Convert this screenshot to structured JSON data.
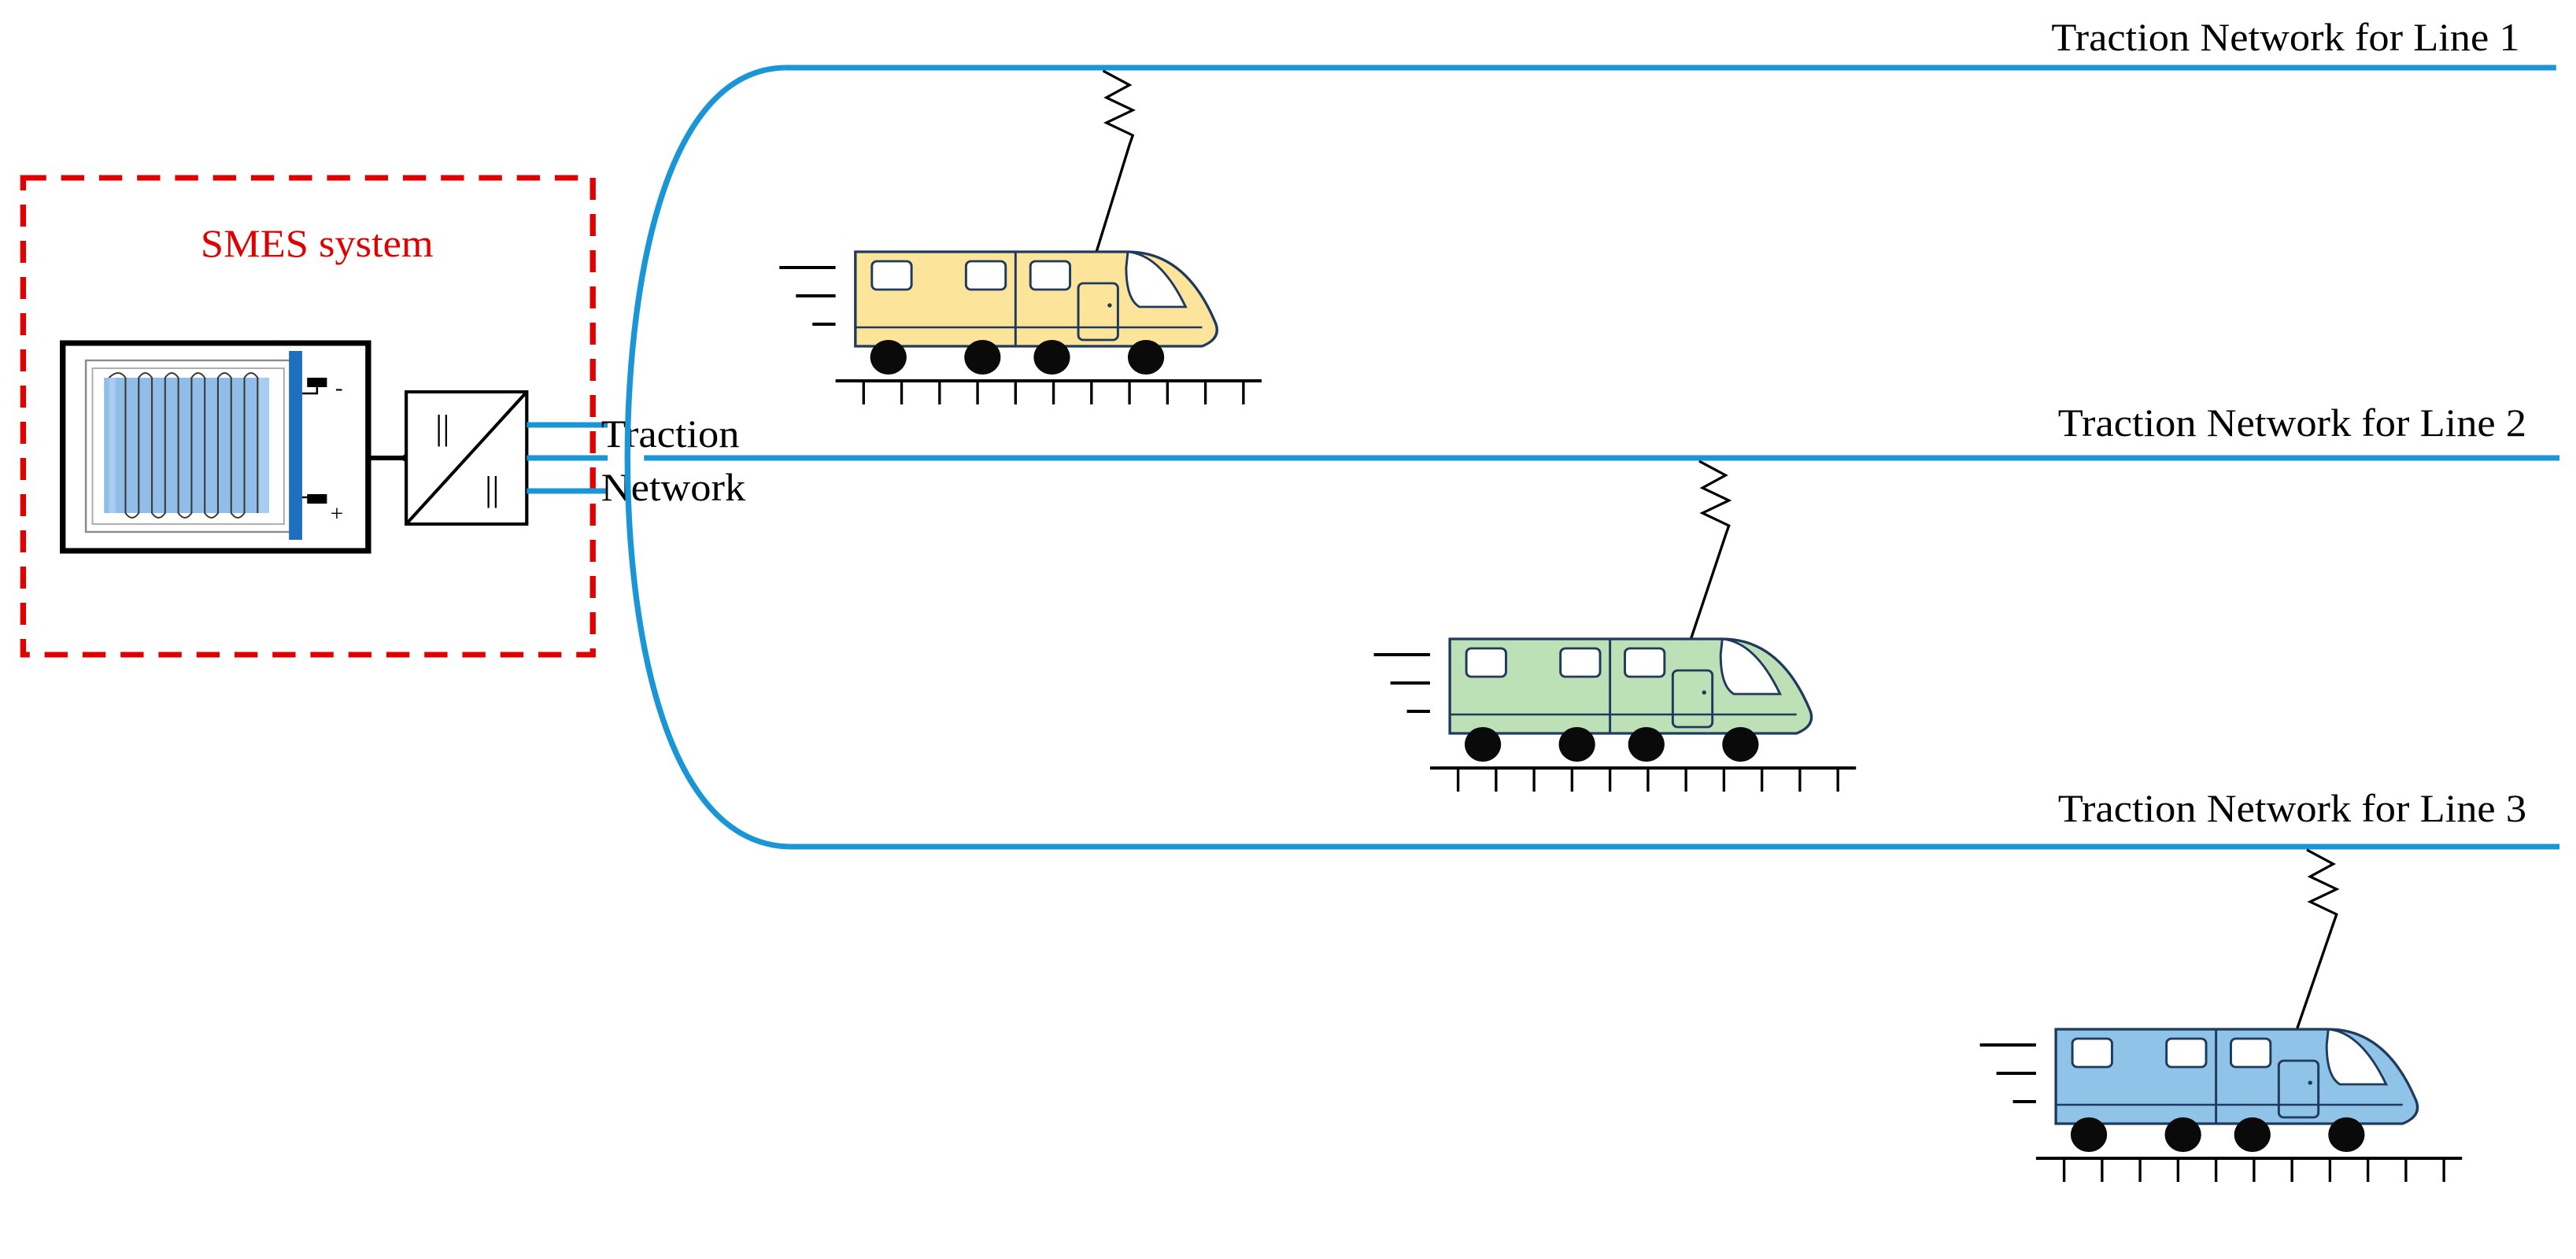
{
  "smes": {
    "title": "SMES system",
    "terminal_minus": "-",
    "terminal_plus": "+",
    "converter_top_symbol": "||",
    "converter_bottom_symbol": "||"
  },
  "bus": {
    "label_line1": "Traction",
    "label_line2": "Network"
  },
  "lines": [
    {
      "label": "Traction Network for Line 1"
    },
    {
      "label": "Traction Network for Line 2"
    },
    {
      "label": "Traction Network for Line 3"
    }
  ],
  "trains": [
    {
      "line": 1,
      "color": "#FCE59A"
    },
    {
      "line": 2,
      "color": "#BDE0B7"
    },
    {
      "line": 3,
      "color": "#8FC3E8"
    }
  ],
  "colors": {
    "network": "#1A96D6",
    "smes_border": "#E00000",
    "outline": "#000000",
    "train_outline": "#1F3A5C",
    "coil": "#7FB2E5",
    "busbar": "#1F6FBF"
  }
}
